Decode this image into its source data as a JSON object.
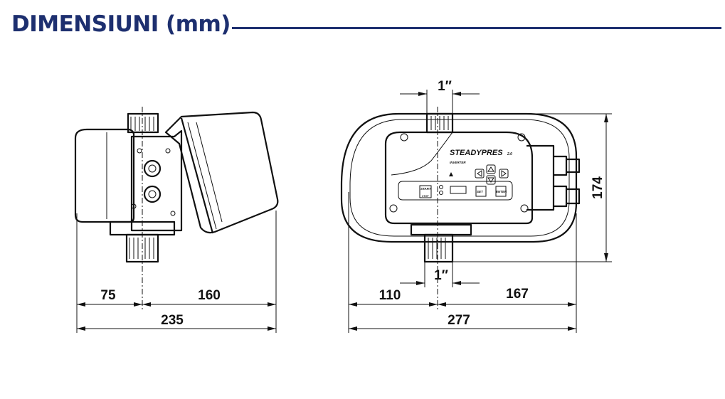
{
  "header": {
    "title": "DIMENSIUNI (mm)"
  },
  "title_color": "#1d2f6f",
  "side_view": {
    "dims": {
      "left": "75",
      "right": "160",
      "total": "235"
    }
  },
  "front_view": {
    "dims": {
      "top_thread": "1″",
      "bottom_thread": "1″",
      "left": "110",
      "right": "167",
      "total": "277",
      "height": "174"
    },
    "panel": {
      "brand": "STEADYPRES",
      "version": "2.0",
      "model": "INVERTER",
      "start": "START",
      "stop": "STOP",
      "set": "SET",
      "enter": "ENTER"
    }
  }
}
